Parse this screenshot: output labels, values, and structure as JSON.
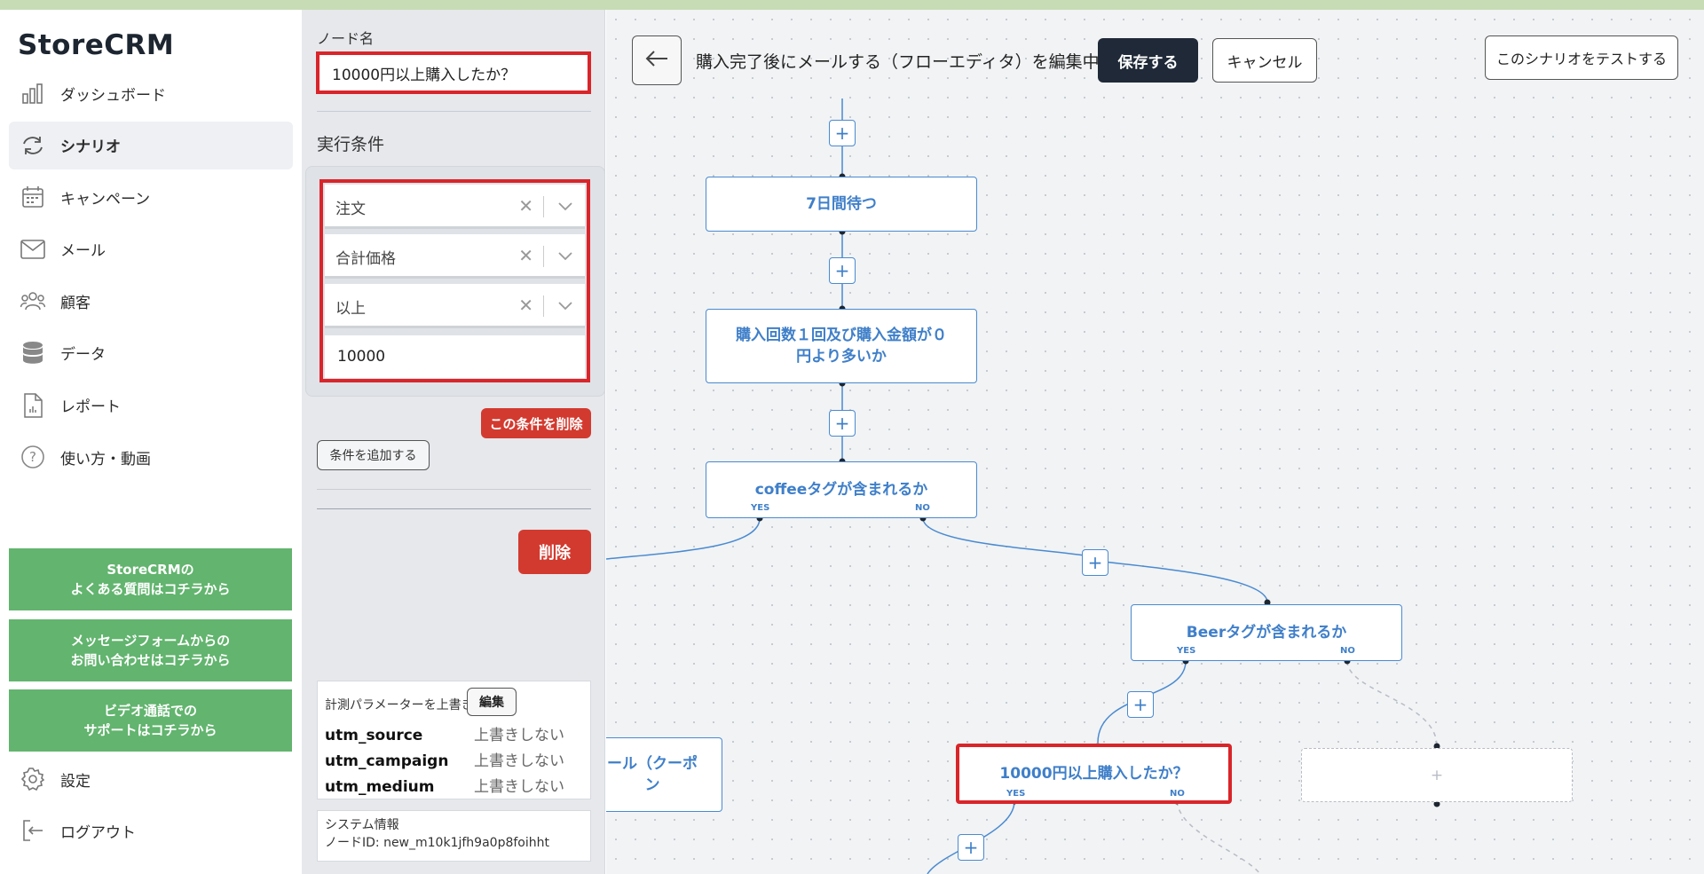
{
  "app": {
    "brand": "StoreCRM"
  },
  "sidebar": {
    "items": [
      {
        "label": "ダッシュボード",
        "icon": "bar-chart-icon"
      },
      {
        "label": "シナリオ",
        "icon": "refresh-icon",
        "active": true
      },
      {
        "label": "キャンペーン",
        "icon": "calendar-icon"
      },
      {
        "label": "メール",
        "icon": "mail-icon"
      },
      {
        "label": "顧客",
        "icon": "users-icon"
      },
      {
        "label": "データ",
        "icon": "database-icon"
      },
      {
        "label": "レポート",
        "icon": "report-icon"
      },
      {
        "label": "使い方・動画",
        "icon": "help-icon"
      }
    ],
    "help_buttons": [
      {
        "line1": "StoreCRMの",
        "line2": "よくある質問はコチラから"
      },
      {
        "line1": "メッセージフォームからの",
        "line2": "お問い合わせはコチラから"
      },
      {
        "line1": "ビデオ通話での",
        "line2": "サポートはコチラから"
      }
    ],
    "settings": "設定",
    "logout": "ログアウト",
    "accent": "#62b46e"
  },
  "panel": {
    "node_name_label": "ノード名",
    "node_name_value": "10000円以上購入したか？",
    "conditions_heading": "実行条件",
    "selects": [
      "注文",
      "合計価格",
      "以上"
    ],
    "value": "10000",
    "delete_condition": "この条件を削除",
    "add_condition": "条件を追加する",
    "delete": "削除",
    "utm": {
      "heading": "計測パラメーターを上書き",
      "edit": "編集",
      "rows": [
        {
          "key": "utm_source",
          "value": "上書きしない"
        },
        {
          "key": "utm_campaign",
          "value": "上書きしない"
        },
        {
          "key": "utm_medium",
          "value": "上書きしない"
        }
      ]
    },
    "system": {
      "heading": "システム情報",
      "node_id": "ノードID: new_m10k1jfh9a0p8foihht"
    }
  },
  "header": {
    "title": "購入完了後にメールする（フローエディタ）を編集中",
    "save": "保存する",
    "cancel": "キャンセル",
    "test": "このシナリオをテストする"
  },
  "flow": {
    "nodes": {
      "wait": "7日間待つ",
      "purchase_line1": "購入回数１回及び購入金額が０",
      "purchase_line2": "円より多いか",
      "coffee": "coffeeタグが含まれるか",
      "beer": "Beerタグが含まれるか",
      "amount": "10000円以上購入したか？",
      "mail": "ール（クーポン",
      "empty": "+"
    },
    "yes": "YES",
    "no": "NO",
    "plus": "+"
  }
}
